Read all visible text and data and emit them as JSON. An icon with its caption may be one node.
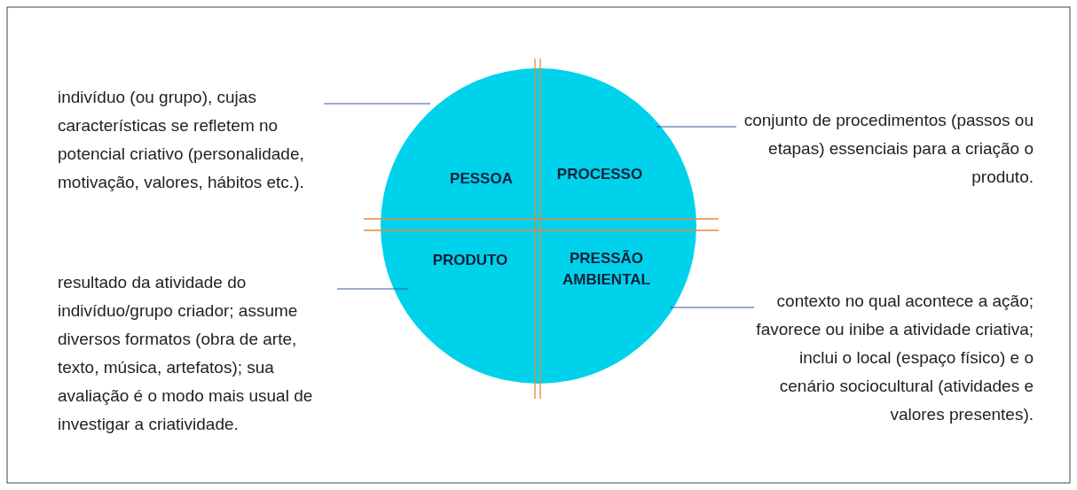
{
  "diagram": {
    "nodes": [
      {
        "text": [],
        "shape": "circle"
      },
      {
        "text": [
          "PESSOA"
        ],
        "in": 0
      },
      {
        "text": [
          "PROCESSO"
        ],
        "in": 0
      },
      {
        "text": [
          "PRODUTO"
        ],
        "in": 0
      },
      {
        "text": [
          "PRESSÃO AMBIENTAL"
        ],
        "in": 0
      },
      {
        "text": [
          "indivíduo (ou grupo), cujas características se refletem no potencial criativo (personalidade, motivação, valores, hábitos etc.)."
        ]
      },
      {
        "text": [
          "conjunto de procedimentos (passos ou etapas) essenciais para a criação o produto."
        ]
      },
      {
        "text": [
          "resultado da atividade do indivíduo/grupo criador; assume diversos formatos (obra de arte, texto, música, artefatos); sua avaliação é o modo mais usual de investigar a criatividade."
        ]
      },
      {
        "text": [
          "contexto no qual acontece a ação; favorece ou inibe a atividade criativa; inclui o local (espaço físico) e o cenário sociocultural (atividades e valores presentes)."
        ]
      }
    ],
    "edges": [
      {
        "from": 5,
        "to": 1,
        "arrow": "none"
      },
      {
        "from": 6,
        "to": 2,
        "arrow": "none"
      },
      {
        "from": 7,
        "to": 3,
        "arrow": "none"
      },
      {
        "from": 8,
        "to": 4,
        "arrow": "none"
      }
    ]
  }
}
